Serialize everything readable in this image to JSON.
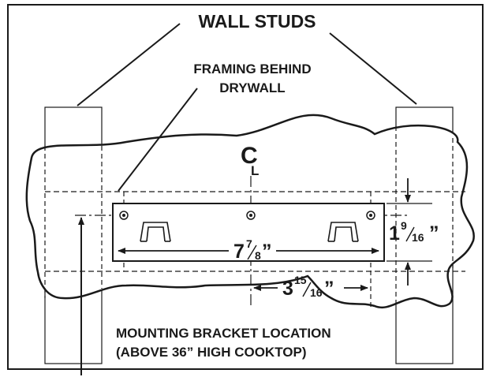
{
  "labels": {
    "wall_studs": "WALL STUDS",
    "framing_line1": "FRAMING BEHIND",
    "framing_line2": "DRYWALL",
    "mount_line1": "MOUNTING BRACKET LOCATION",
    "mount_line2": "(ABOVE 36” HIGH COOKTOP)",
    "centerline": "C",
    "centerline_sub": "L"
  },
  "dimensions": {
    "bracket_width": {
      "whole": "7",
      "num": "7",
      "den": "8",
      "mark": "”"
    },
    "hole_offset": {
      "whole": "3",
      "num": "15",
      "den": "16",
      "mark": "”"
    },
    "vertical": {
      "whole": "1",
      "num": "9",
      "den": "16",
      "mark": "”"
    }
  }
}
